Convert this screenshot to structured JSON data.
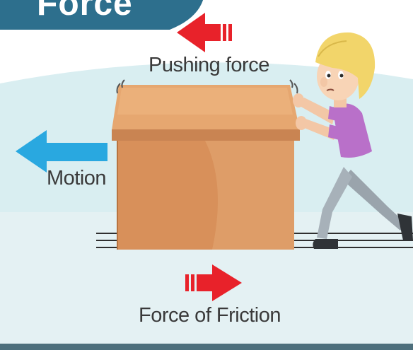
{
  "title": "Force",
  "labels": {
    "pushing_force": "Pushing force",
    "motion": "Motion",
    "friction": "Force of Friction"
  },
  "colors": {
    "title_banner": "#2d6f8d",
    "background_sky": "#d9eef1",
    "ground": "#e4f1f3",
    "box_front": "#d8905a",
    "box_top": "#e6a770",
    "motion_arrow": "#29a8e0",
    "red_arrows": "#e8222a",
    "shirt": "#b970c9",
    "pants": "#9aa4ac",
    "hair": "#f2d56a"
  }
}
